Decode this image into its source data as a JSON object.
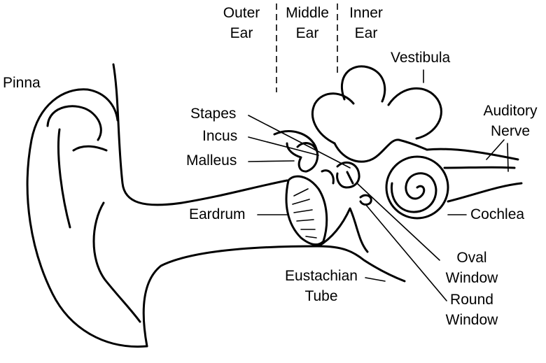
{
  "regions": {
    "outer_ear": [
      "Outer",
      "Ear"
    ],
    "middle_ear": [
      "Middle",
      "Ear"
    ],
    "inner_ear": [
      "Inner",
      "Ear"
    ]
  },
  "labels": {
    "pinna": "Pinna",
    "vestibula": "Vestibula",
    "stapes": "Stapes",
    "incus": "Incus",
    "malleus": "Malleus",
    "eardrum": "Eardrum",
    "auditory_nerve": [
      "Auditory",
      "Nerve"
    ],
    "cochlea": "Cochlea",
    "eustachian_tube": [
      "Eustachian",
      "Tube"
    ],
    "oval_window": [
      "Oval",
      "Window"
    ],
    "round_window": [
      "Round",
      "Window"
    ]
  },
  "colors": {
    "ink": "#000000",
    "background": "#ffffff"
  }
}
